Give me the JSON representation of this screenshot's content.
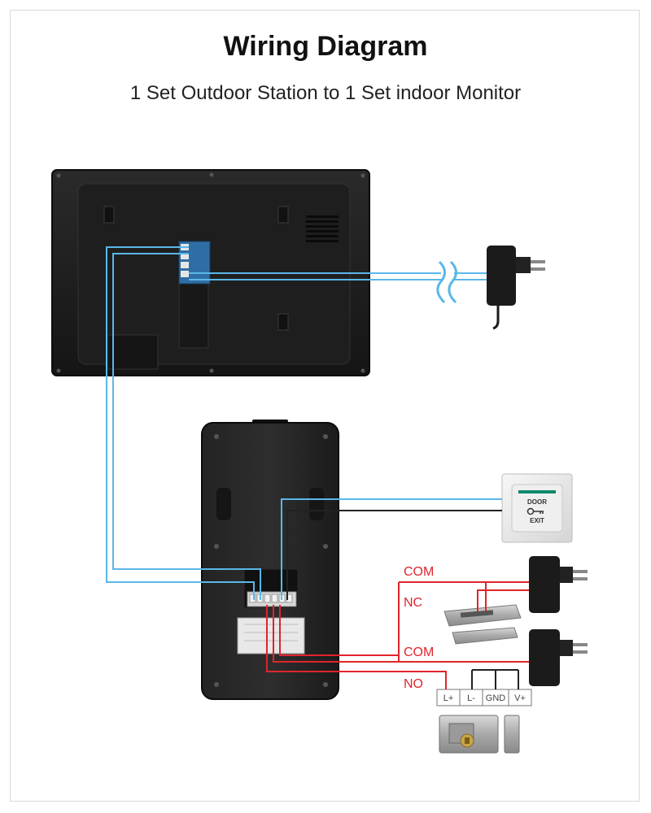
{
  "header": {
    "title": "Wiring Diagram",
    "subtitle": "1 Set Outdoor Station to 1 Set indoor Monitor"
  },
  "exit_button": {
    "line1": "DOOR",
    "line2": "EXIT"
  },
  "wire_labels": {
    "com1": "COM",
    "nc": "NC",
    "com2": "COM",
    "no": "NO"
  },
  "lock_terminals": [
    "L+",
    "L-",
    "GND",
    "V+"
  ],
  "colors": {
    "wire_blue": "#5bb7e8",
    "wire_red": "#e0242c",
    "wire_black": "#222222",
    "device_body": "#1c1c1c"
  }
}
